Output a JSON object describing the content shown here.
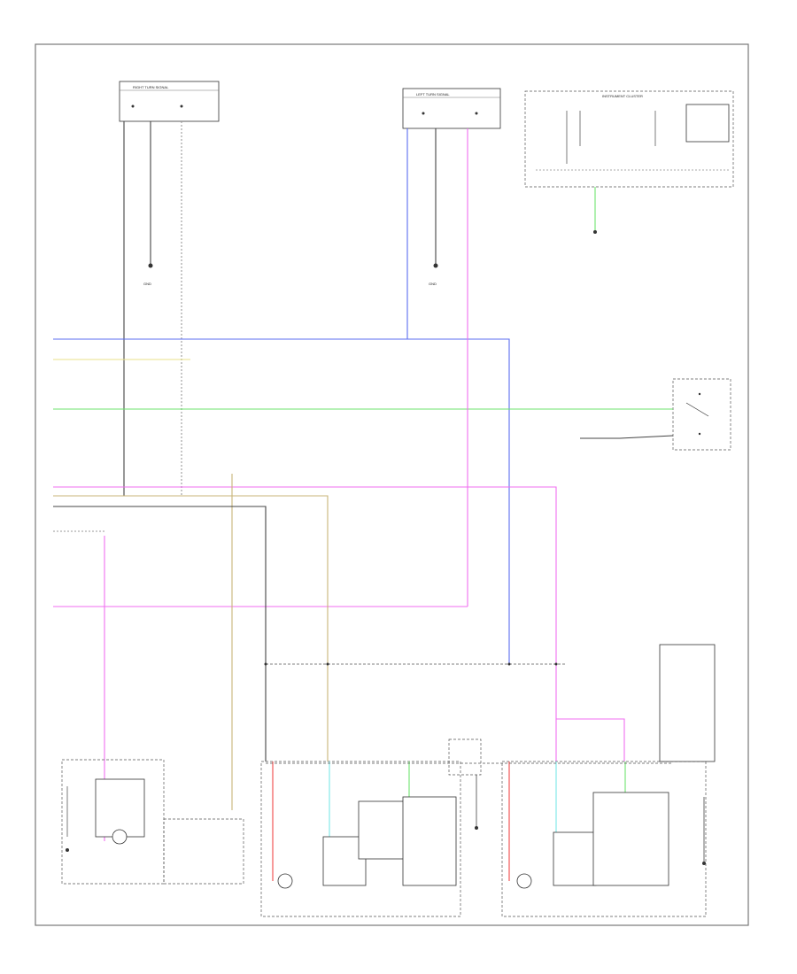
{
  "diagram": {
    "footer": {
      "left_code": "",
      "right_headlight_label": "",
      "left_headlight_label": ""
    },
    "colors": {
      "blue": "#5b6df0",
      "yellow": "#e8e08a",
      "green": "#6ee36e",
      "pink": "#f06ef0",
      "tan": "#c8b478",
      "red": "#f04848",
      "cyan": "#7ae8e8",
      "black": "#444444",
      "gray": "#9a9a9a"
    },
    "components": [
      {
        "id": "right-turn-signal-sensor"
      },
      {
        "id": "left-turn-signal-sensor"
      },
      {
        "id": "instrument-cluster"
      },
      {
        "id": "headlight-switch"
      },
      {
        "id": "right-tail-light-assembly"
      },
      {
        "id": "right-headlight"
      },
      {
        "id": "left-headlight"
      }
    ]
  }
}
